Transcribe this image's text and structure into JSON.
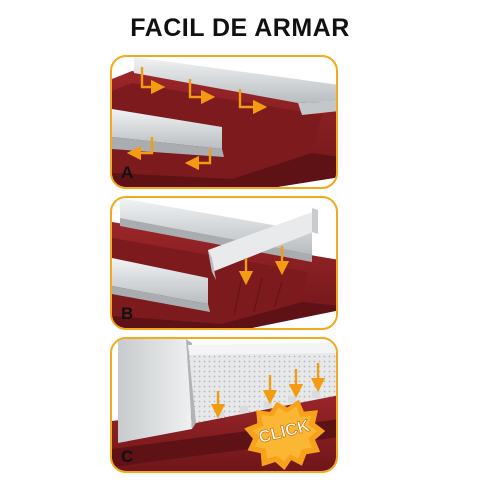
{
  "title": "FACIL DE ARMAR",
  "steps": [
    {
      "label": "A"
    },
    {
      "label": "B"
    },
    {
      "label": "C"
    }
  ],
  "click_badge": "CLICK",
  "colors": {
    "border": "#f2a91c",
    "tray": "#8b1f23",
    "tray_dark": "#5e1216",
    "rail": "#d9dcde",
    "arrow": "#f39c12"
  }
}
